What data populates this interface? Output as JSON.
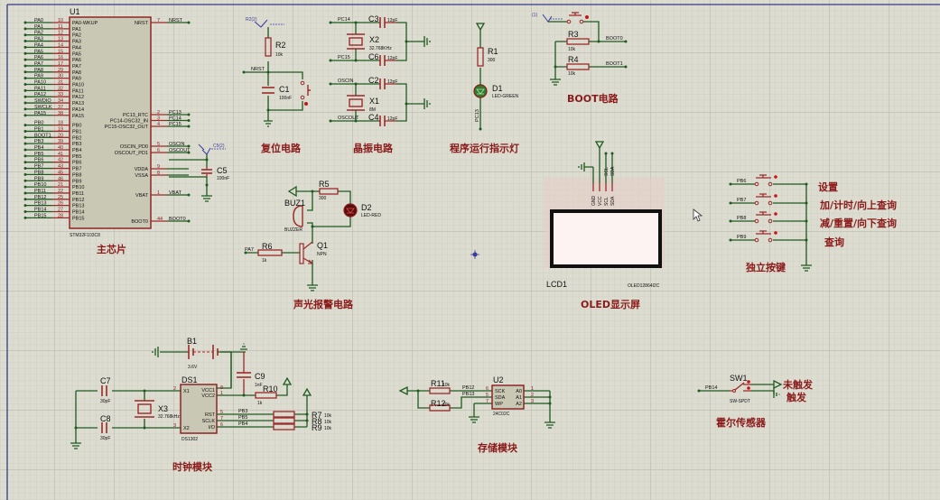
{
  "app": {
    "type": "schematic-editor",
    "grid": {
      "background": "#dcdcd0",
      "minor_line": "#cfcfc2",
      "major_line": "#bfbfb2"
    },
    "border_color": "#3a3a8a"
  },
  "colors": {
    "wire": "#1f5a1f",
    "pin": "#9b2a2a",
    "component_body": "#c9c8b4",
    "section_label": "#8b1a1a",
    "led_green": "#2e7d2e",
    "led_red": "#b01818"
  },
  "sections": {
    "main_chip": "主芯片",
    "reset": "复位电路",
    "crystal": "晶振电路",
    "run_led": "程序运行指示灯",
    "boot": "BOOT电路",
    "alarm": "声光报警电路",
    "oled": "OLED显示屏",
    "keys": "独立按键",
    "clock": "时钟模块",
    "storage": "存储模块",
    "hall": "霍尔传感器"
  },
  "u1": {
    "ref": "U1",
    "part": "STM32F103C8",
    "left_pins": [
      {
        "net": "PA0",
        "num": "10",
        "name": "PA0-WKUP"
      },
      {
        "net": "PA1",
        "num": "11",
        "name": "PA1"
      },
      {
        "net": "PA2",
        "num": "12",
        "name": "PA2"
      },
      {
        "net": "PA3",
        "num": "13",
        "name": "PA3"
      },
      {
        "net": "PA4",
        "num": "14",
        "name": "PA4"
      },
      {
        "net": "PA5",
        "num": "15",
        "name": "PA5"
      },
      {
        "net": "PA6",
        "num": "16",
        "name": "PA6"
      },
      {
        "net": "PA7",
        "num": "17",
        "name": "PA7"
      },
      {
        "net": "PA8",
        "num": "29",
        "name": "PA8"
      },
      {
        "net": "PA9",
        "num": "30",
        "name": "PA9"
      },
      {
        "net": "PA10",
        "num": "31",
        "name": "PA10"
      },
      {
        "net": "PA11",
        "num": "32",
        "name": "PA11"
      },
      {
        "net": "PA12",
        "num": "33",
        "name": "PA12"
      },
      {
        "net": "SWDIO",
        "num": "34",
        "name": "PA13"
      },
      {
        "net": "SWCLK",
        "num": "37",
        "name": "PA14"
      },
      {
        "net": "PA15",
        "num": "38",
        "name": "PA15"
      },
      {
        "net": "PB0",
        "num": "18",
        "name": "PB0"
      },
      {
        "net": "PB1",
        "num": "19",
        "name": "PB1"
      },
      {
        "net": "BOOT1",
        "num": "20",
        "name": "PB2"
      },
      {
        "net": "PB3",
        "num": "39",
        "name": "PB3"
      },
      {
        "net": "PB4",
        "num": "40",
        "name": "PB4"
      },
      {
        "net": "PB5",
        "num": "41",
        "name": "PB5"
      },
      {
        "net": "PB6",
        "num": "42",
        "name": "PB6"
      },
      {
        "net": "PB7",
        "num": "43",
        "name": "PB7"
      },
      {
        "net": "PB8",
        "num": "45",
        "name": "PB8"
      },
      {
        "net": "PB9",
        "num": "46",
        "name": "PB9"
      },
      {
        "net": "PB10",
        "num": "21",
        "name": "PB10"
      },
      {
        "net": "PB11",
        "num": "22",
        "name": "PB11"
      },
      {
        "net": "PB12",
        "num": "25",
        "name": "PB12"
      },
      {
        "net": "PB13",
        "num": "26",
        "name": "PB13"
      },
      {
        "net": "PB14",
        "num": "27",
        "name": "PB14"
      },
      {
        "net": "PB15",
        "num": "28",
        "name": "PB15"
      }
    ],
    "right_pins": [
      {
        "net": "NRST",
        "num": "7",
        "name": "NRST"
      },
      {
        "net": "PC13",
        "num": "2",
        "name": "PC13_RTC"
      },
      {
        "net": "PC14",
        "num": "3",
        "name": "PC14-OSC32_IN"
      },
      {
        "net": "PC15",
        "num": "4",
        "name": "PC15-OSC32_OUT"
      },
      {
        "net": "OSCIN",
        "num": "5",
        "name": "OSCIN_PD0"
      },
      {
        "net": "OSCOUT",
        "num": "6",
        "name": "OSCOUT_PD1"
      },
      {
        "net": "",
        "num": "9",
        "name": "VDDA"
      },
      {
        "net": "",
        "num": "8",
        "name": "VSSA"
      },
      {
        "net": "VBAT",
        "num": "1",
        "name": "VBAT"
      },
      {
        "net": "BOOT0",
        "num": "44",
        "name": "BOOT0"
      }
    ]
  },
  "c5": {
    "ref": "C5",
    "value": "100nF",
    "probe": "C5(2)"
  },
  "reset": {
    "r2_ref": "R2",
    "r2_val": "10k",
    "c1_ref": "C1",
    "c1_val": "100nF",
    "net": "NRST",
    "probe": "R2(2)"
  },
  "crystal": {
    "c3": "C3",
    "c6": "C6",
    "c2": "C2",
    "c4": "C4",
    "cap_val": "12pF",
    "x2": "X2",
    "x2_val": "32.768KHz",
    "x1": "X1",
    "x1_val": "8M",
    "nets": {
      "pc14": "PC14",
      "pc15": "PC15",
      "oscin": "OSCIN",
      "oscout": "OSCOUT"
    }
  },
  "run_led": {
    "r1": "R1",
    "r1_val": "300",
    "d1": "D1",
    "d1_val": "LED-GREEN",
    "net": "PC13"
  },
  "boot": {
    "r3": "R3",
    "r4": "R4",
    "val": "10k",
    "boot0": "BOOT0",
    "boot1": "BOOT1",
    "probe": "(1)"
  },
  "alarm": {
    "r5": "R5",
    "r5_val": "300",
    "d2": "D2",
    "d2_val": "LED-RED",
    "buz": "BUZ1",
    "buz_val": "BUZZER",
    "r6": "R6",
    "r6_val": "1k",
    "q1": "Q1",
    "q1_val": "NPN",
    "net": "PA7"
  },
  "oled": {
    "ref": "LCD1",
    "part": "OLED12864I2C",
    "pins": [
      "GND",
      "VCC",
      "SCL",
      "SDA"
    ],
    "nets": [
      "SCL",
      "SDA"
    ]
  },
  "keys": {
    "nets": [
      "PB6",
      "PB7",
      "PB8",
      "PB9"
    ],
    "labels": [
      "设置",
      "加/计时/向上查询",
      "减/重置/向下查询",
      "查询"
    ]
  },
  "clock": {
    "b1": "B1",
    "b1_val": "3.6V",
    "c7": "C7",
    "c8": "C8",
    "c78_val": "30pF",
    "c9": "C9",
    "c9_val": "1nF",
    "r10": "R10",
    "r10_val": "1k",
    "x3": "X3",
    "x3_val": "32.768kHz",
    "ds1": "DS1",
    "ds1_part": "DS1302",
    "pins_left": [
      {
        "num": "2",
        "name": "X1"
      },
      {
        "num": "3",
        "name": "X2"
      }
    ],
    "pins_right": [
      {
        "num": "8",
        "name": "VCC1"
      },
      {
        "num": "1",
        "name": "VCC2"
      },
      {
        "num": "5",
        "name": "RST"
      },
      {
        "num": "7",
        "name": "SCLK"
      },
      {
        "num": "6",
        "name": "I/O"
      }
    ],
    "nets": [
      "PB3",
      "PB5",
      "PB4"
    ],
    "pullups": [
      {
        "ref": "R7",
        "val": "10k"
      },
      {
        "ref": "R8",
        "val": "10k"
      },
      {
        "ref": "R9",
        "val": "10k"
      }
    ]
  },
  "storage": {
    "u2": "U2",
    "part": "24C02C",
    "r11": "R11",
    "r12": "R12",
    "rval": "10k",
    "nets": [
      "PB12",
      "PB13"
    ],
    "pins_left": [
      {
        "num": "6",
        "name": "SCK"
      },
      {
        "num": "5",
        "name": "SDA"
      },
      {
        "num": "7",
        "name": "WP"
      }
    ],
    "pins_right": [
      {
        "num": "1",
        "name": "A0"
      },
      {
        "num": "2",
        "name": "A1"
      },
      {
        "num": "3",
        "name": "A2"
      }
    ]
  },
  "hall": {
    "ref": "SW1",
    "part": "SW-SPDT",
    "net": "PB14",
    "not_triggered": "未触发",
    "triggered": "触发"
  }
}
